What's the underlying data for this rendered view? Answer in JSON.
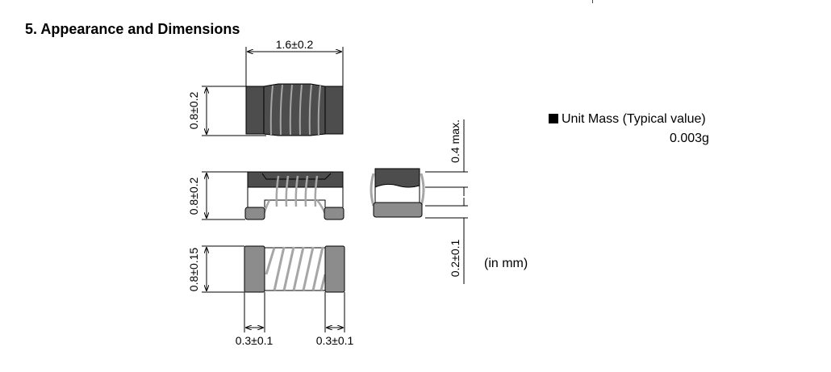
{
  "section_title": "5. Appearance and Dimensions",
  "dimensions": {
    "length": "1.6±0.2",
    "height_top_view": "0.8±0.2",
    "height_front_view": "0.8±0.2",
    "width_bottom_view": "0.8±0.15",
    "electrode_left": "0.3±0.1",
    "electrode_right": "0.3±0.1",
    "wire_clearance": "0.4 max.",
    "electrode_thickness": "0.2±0.1"
  },
  "units_note": "(in mm)",
  "unit_mass": {
    "label": "Unit Mass (Typical value)",
    "value": "0.003g"
  },
  "colors": {
    "dark_body": "#4d4d4d",
    "electrode": "#8c8c8c",
    "wire": "#a6a6a6"
  }
}
